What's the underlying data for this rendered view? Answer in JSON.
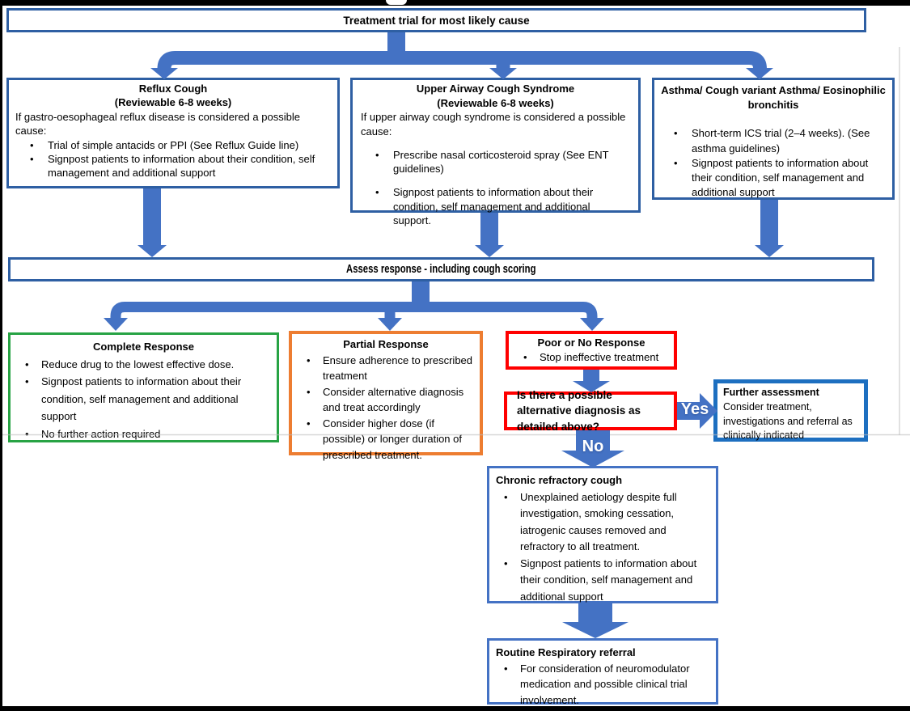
{
  "colors": {
    "arrow_blue": "#4472C4",
    "box_blue": "#2E5FA3",
    "bright_blue": "#1D6FC0",
    "green": "#27A344",
    "orange": "#ED7D31",
    "red": "#FF0000"
  },
  "boxes": {
    "treatment": {
      "label": "Treatment trial for most likely cause"
    },
    "reflux": {
      "title": "Reflux Cough",
      "subtitle": "(Reviewable 6-8 weeks)",
      "intro": "If gastro-oesophageal reflux disease is considered a possible cause:",
      "bullets": [
        "Trial of simple antacids or PPI (See Reflux Guide line)",
        "Signpost patients to information about their condition, self management and additional support"
      ]
    },
    "uacs": {
      "title": "Upper Airway Cough Syndrome",
      "subtitle": "(Reviewable 6-8 weeks)",
      "intro": "If upper airway cough syndrome is considered a possible cause:",
      "bullets": [
        "Prescribe nasal corticosteroid spray (See ENT guidelines)",
        "Signpost patients to information about their condition, self management and additional support."
      ]
    },
    "asthma": {
      "title": "Asthma/ Cough variant Asthma/ Eosinophilic bronchitis",
      "bullets": [
        "Short-term ICS trial (2–4 weeks). (See asthma guidelines)",
        "Signpost patients to information about their condition, self management and additional support"
      ]
    },
    "assess": {
      "label": "Assess response - including cough scoring"
    },
    "complete": {
      "title": "Complete Response",
      "bullets": [
        "Reduce drug to the lowest effective dose.",
        "Signpost patients to information about their condition, self management and additional support",
        "No further action required"
      ]
    },
    "partial": {
      "title": "Partial Response",
      "bullets": [
        "Ensure adherence to prescribed treatment",
        "Consider alternative diagnosis and treat accordingly",
        "Consider higher dose (if possible) or longer duration of prescribed treatment."
      ]
    },
    "poor": {
      "title": "Poor or No Response",
      "bullets": [
        "Stop ineffective treatment"
      ]
    },
    "question": {
      "label": "Is there a possible alternative diagnosis as detailed above?"
    },
    "further": {
      "title": "Further assessment",
      "body": "Consider treatment, investigations and referral as clinically indicated"
    },
    "chronic": {
      "title": "Chronic refractory cough",
      "bullets": [
        "Unexplained aetiology despite full investigation, smoking cessation, iatrogenic causes removed and refractory to all treatment.",
        "Signpost patients to information about their condition, self management and additional support"
      ]
    },
    "routine": {
      "title": "Routine Respiratory referral",
      "bullets": [
        "For consideration of neuromodulator medication and possible clinical trial involvement."
      ]
    }
  },
  "connectors": {
    "yes_label": "Yes",
    "no_label": "No"
  }
}
